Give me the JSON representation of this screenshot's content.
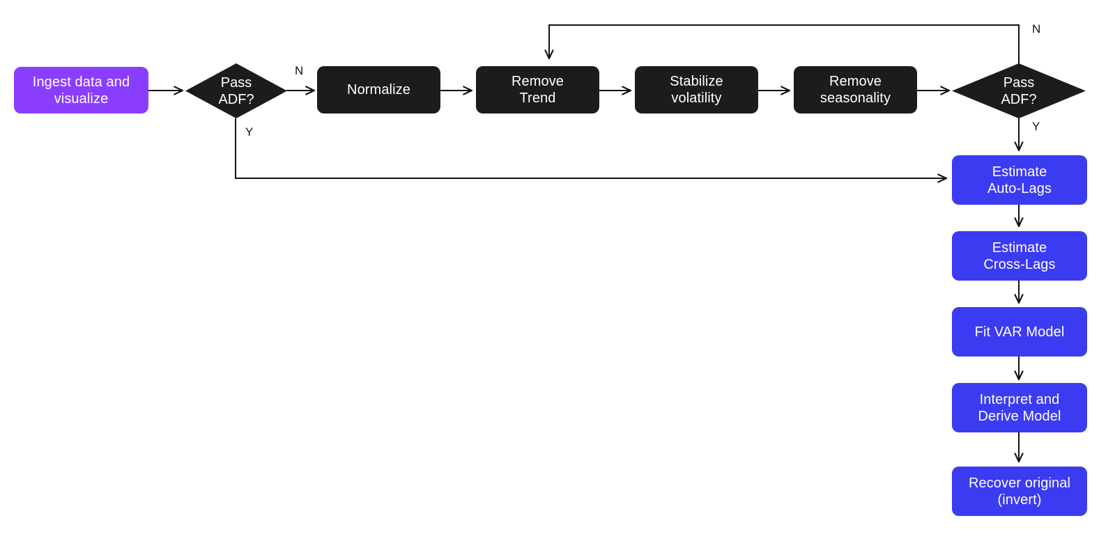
{
  "diagram": {
    "title": "VAR modeling workflow flowchart",
    "background": "#ffffff",
    "colors": {
      "purple": "#8B3DFF",
      "black": "#1C1C1C",
      "blue": "#3B3BF2",
      "edge": "#111111",
      "text": "#ffffff"
    }
  },
  "nodes": {
    "ingest": "Ingest data and\nvisualize",
    "adf1": "Pass\nADF?",
    "normalize": "Normalize",
    "remove_trend": "Remove\nTrend",
    "stabilize": "Stabilize\nvolatility",
    "remove_seasonality": "Remove\nseasonality",
    "adf2": "Pass\nADF?",
    "auto_lags": "Estimate\nAuto-Lags",
    "cross_lags": "Estimate\nCross-Lags",
    "fit_var": "Fit VAR Model",
    "interpret": "Interpret and\nDerive Model",
    "recover": "Recover original\n(invert)"
  },
  "edge_labels": {
    "adf1_no": "N",
    "adf1_yes": "Y",
    "adf2_no": "N",
    "adf2_yes": "Y"
  },
  "edges": [
    {
      "from": "ingest",
      "to": "adf1",
      "label": ""
    },
    {
      "from": "adf1",
      "to": "normalize",
      "label": "N"
    },
    {
      "from": "normalize",
      "to": "remove_trend",
      "label": ""
    },
    {
      "from": "remove_trend",
      "to": "stabilize",
      "label": ""
    },
    {
      "from": "stabilize",
      "to": "remove_seasonality",
      "label": ""
    },
    {
      "from": "remove_seasonality",
      "to": "adf2",
      "label": ""
    },
    {
      "from": "adf2",
      "to": "remove_trend",
      "label": "N"
    },
    {
      "from": "adf2",
      "to": "auto_lags",
      "label": "Y"
    },
    {
      "from": "adf1",
      "to": "auto_lags",
      "label": "Y"
    },
    {
      "from": "auto_lags",
      "to": "cross_lags",
      "label": ""
    },
    {
      "from": "cross_lags",
      "to": "fit_var",
      "label": ""
    },
    {
      "from": "fit_var",
      "to": "interpret",
      "label": ""
    },
    {
      "from": "interpret",
      "to": "recover",
      "label": ""
    }
  ]
}
